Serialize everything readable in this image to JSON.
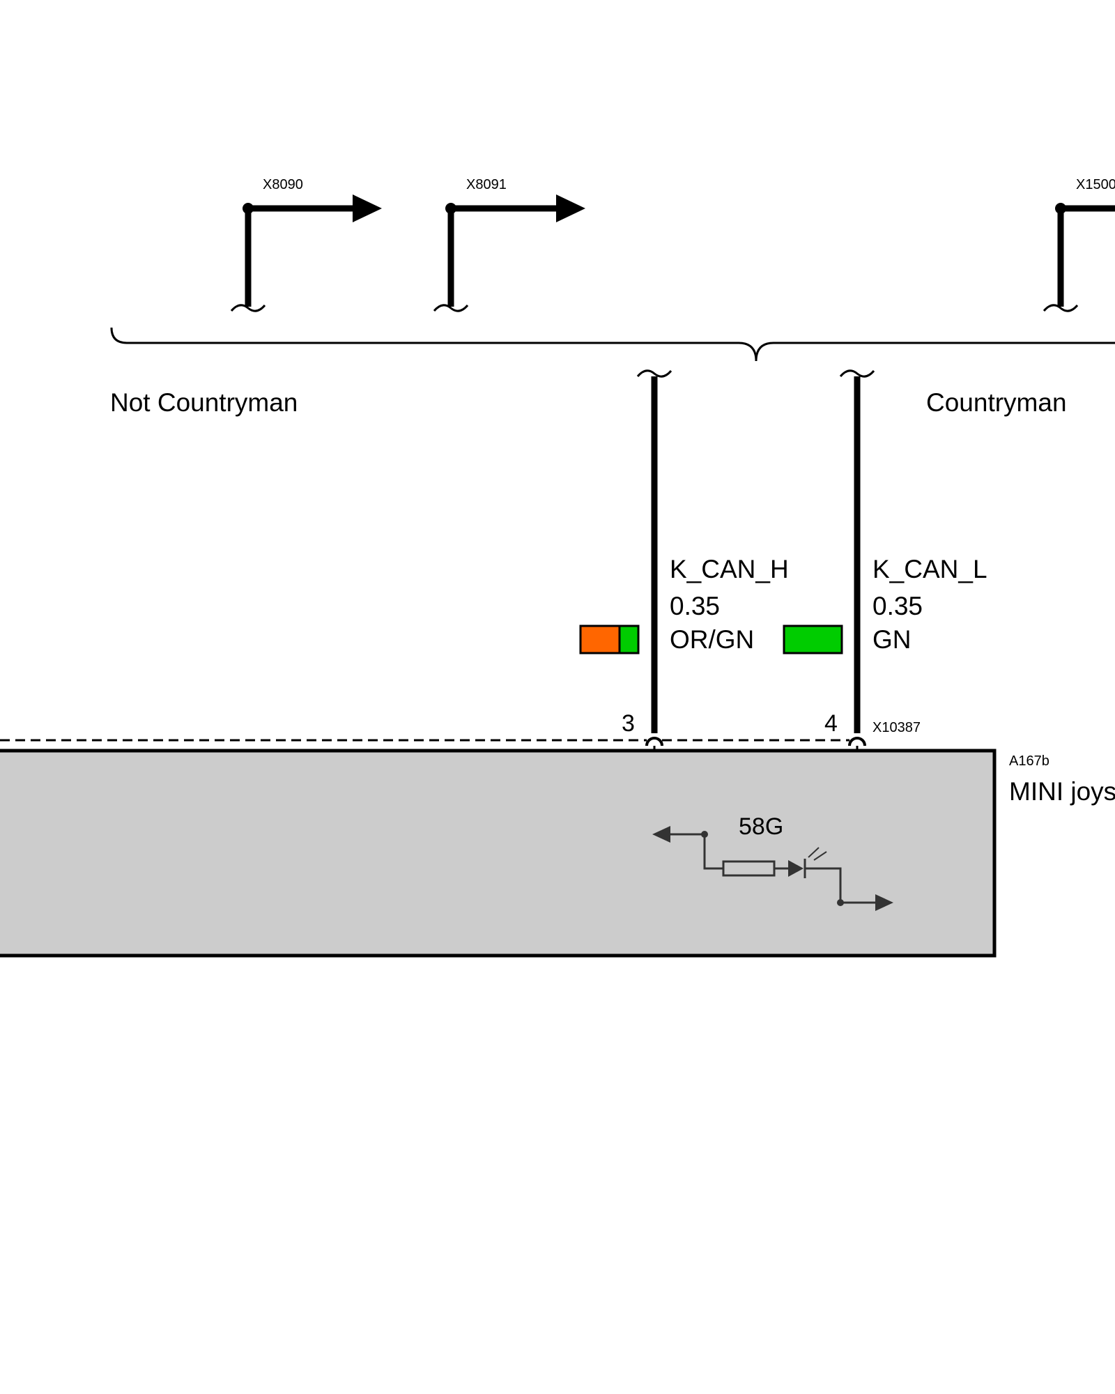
{
  "connectors_top": [
    {
      "id": "X8090"
    },
    {
      "id": "X8091"
    },
    {
      "id": "X1500"
    }
  ],
  "variants": {
    "left": "Not Countryman",
    "right": "Countryman"
  },
  "wires": [
    {
      "signal": "K_CAN_H",
      "gauge": "0.35",
      "color_code": "OR/GN",
      "colors": [
        "#ff6600",
        "#00cc00"
      ],
      "pin": "3"
    },
    {
      "signal": "K_CAN_L",
      "gauge": "0.35",
      "color_code": "GN",
      "colors": [
        "#00cc00"
      ],
      "pin": "4"
    }
  ],
  "connector_bottom": "X10387",
  "module": {
    "id": "A167b",
    "name": "MINI joys",
    "fill": "#cccccc",
    "symbol_label": "58G"
  }
}
